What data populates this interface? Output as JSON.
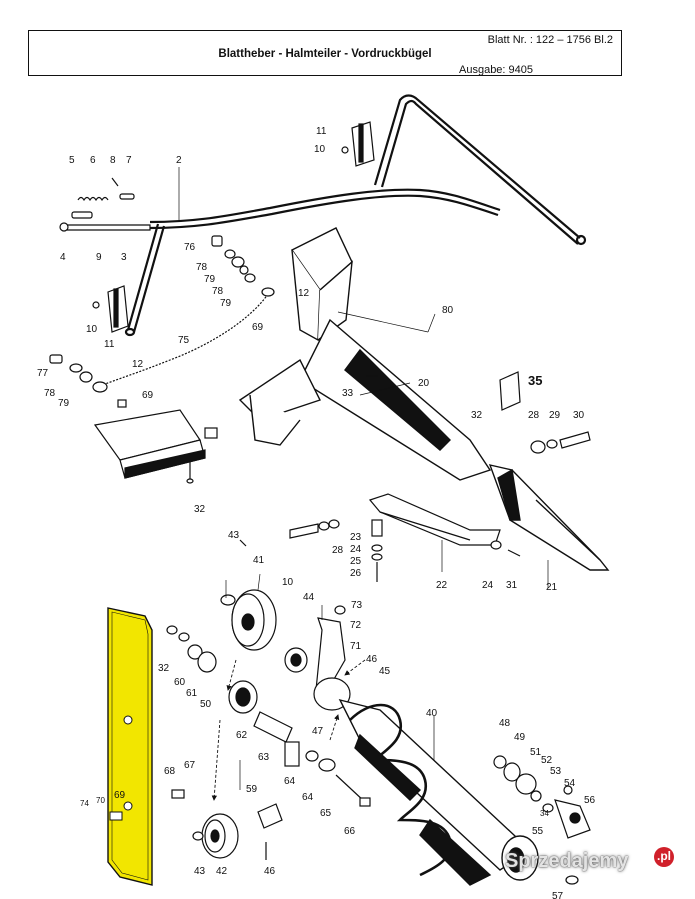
{
  "header": {
    "sheet_no": "Blatt Nr. : 122 – 1756 Bl.2",
    "title": "Blattheber - Halmteiler - Vordruckbügel",
    "edition": "Ausgabe:  9405"
  },
  "callouts": {
    "c2": "2",
    "c3": "3",
    "c4": "4",
    "c5": "5",
    "c6": "6",
    "c7": "7",
    "c8": "8",
    "c9": "9",
    "c10a": "10",
    "c10b": "10",
    "c10c": "10",
    "c11a": "11",
    "c11b": "11",
    "c12a": "12",
    "c12b": "12",
    "c20": "20",
    "c21": "21",
    "c22": "22",
    "c23": "23",
    "c24a": "24",
    "c24b": "24",
    "c25": "25",
    "c26": "26",
    "c28a": "28",
    "c28b": "28",
    "c29": "29",
    "c30": "30",
    "c31": "31",
    "c32a": "32",
    "c32b": "32",
    "c32c": "32",
    "c33": "33",
    "c34": "34",
    "c35": "35",
    "c40": "40",
    "c41": "41",
    "c42": "42",
    "c43a": "43",
    "c43b": "43",
    "c44": "44",
    "c45": "45",
    "c46a": "46",
    "c46b": "46",
    "c47": "47",
    "c48": "48",
    "c49": "49",
    "c50": "50",
    "c51": "51",
    "c52": "52",
    "c53": "53",
    "c54": "54",
    "c55": "55",
    "c56": "56",
    "c57": "57",
    "c59": "59",
    "c60": "60",
    "c61": "61",
    "c62": "62",
    "c63": "63",
    "c64a": "64",
    "c64b": "64",
    "c65": "65",
    "c66": "66",
    "c67": "67",
    "c68": "68",
    "c69a": "69",
    "c69b": "69",
    "c69c": "69",
    "c70": "70",
    "c71": "71",
    "c72": "72",
    "c73": "73",
    "c74": "74",
    "c75": "75",
    "c76": "76",
    "c77": "77",
    "c78a": "78",
    "c78b": "78",
    "c78c": "78",
    "c79a": "79",
    "c79b": "79",
    "c79c": "79",
    "c80": "80"
  },
  "colors": {
    "highlight": "#f2e600",
    "ink": "#111111",
    "watermark_badge": "#d0202a"
  },
  "watermark": {
    "text": "Sprzedajemy",
    "badge": ".pl"
  }
}
